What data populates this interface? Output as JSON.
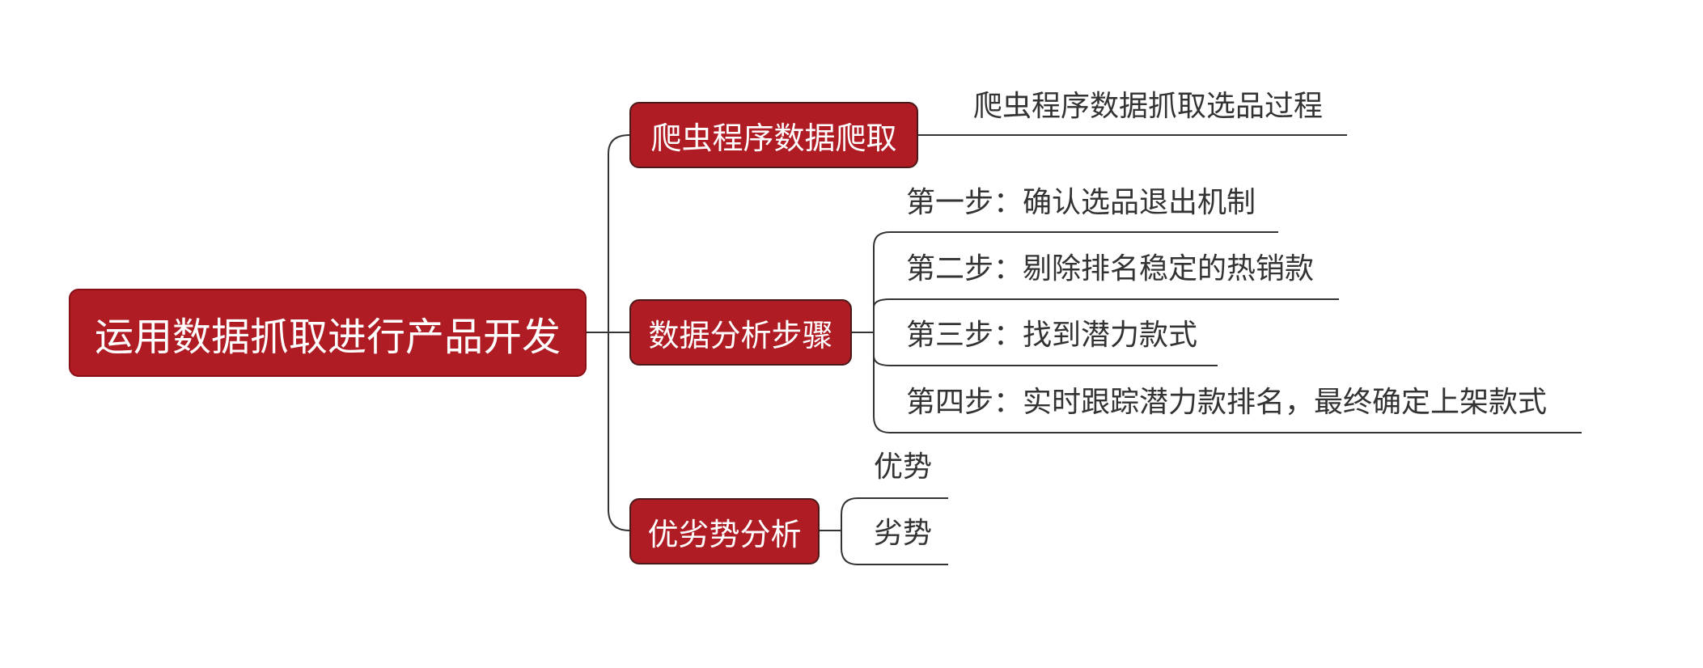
{
  "root": {
    "label": "运用数据抓取进行产品开发"
  },
  "branches": [
    {
      "label": "爬虫程序数据爬取",
      "children": [
        "爬虫程序数据抓取选品过程"
      ]
    },
    {
      "label": "数据分析步骤",
      "children": [
        "第一步：确认选品退出机制",
        "第二步：剔除排名稳定的热销款",
        "第三步：找到潜力款式",
        "第四步：实时跟踪潜力款排名，最终确定上架款式"
      ]
    },
    {
      "label": "优劣势分析",
      "children": [
        "优势",
        "劣势"
      ]
    }
  ],
  "colors": {
    "node_fill": "#b01c24",
    "node_text": "#ffffff",
    "line": "#333333",
    "leaf_text": "#333333"
  }
}
